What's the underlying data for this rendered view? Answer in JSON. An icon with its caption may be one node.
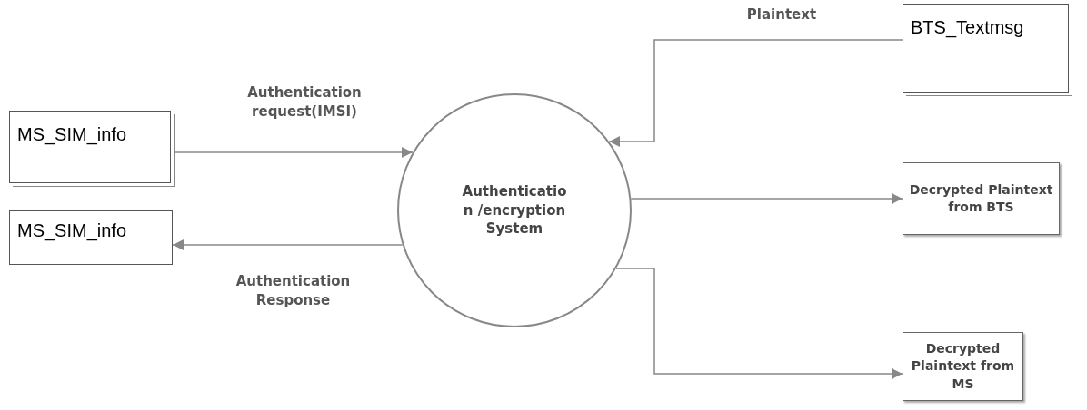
{
  "diagram": {
    "nodes": [
      {
        "text": [
          "MS_SIM_info"
        ]
      },
      {
        "text": [
          "MS_SIM_info"
        ]
      },
      {
        "text": [
          "Authenticatio n /encryption System"
        ]
      },
      {
        "text": [
          "BTS_Textmsg"
        ]
      },
      {
        "text": [
          "Decrypted Plaintext from BTS"
        ]
      },
      {
        "text": [
          "Decrypted Plaintext from MS"
        ]
      }
    ],
    "edges": [
      {
        "from": 0,
        "to": 2,
        "arrow": "to",
        "label": "Authentication request(IMSI)"
      },
      {
        "from": 2,
        "to": 1,
        "arrow": "to",
        "label": "Authentication Response"
      },
      {
        "from": 3,
        "to": 2,
        "arrow": "to",
        "label": "Plaintext"
      },
      {
        "from": 2,
        "to": 4,
        "arrow": "to"
      },
      {
        "from": 2,
        "to": 5,
        "arrow": "to"
      }
    ]
  }
}
